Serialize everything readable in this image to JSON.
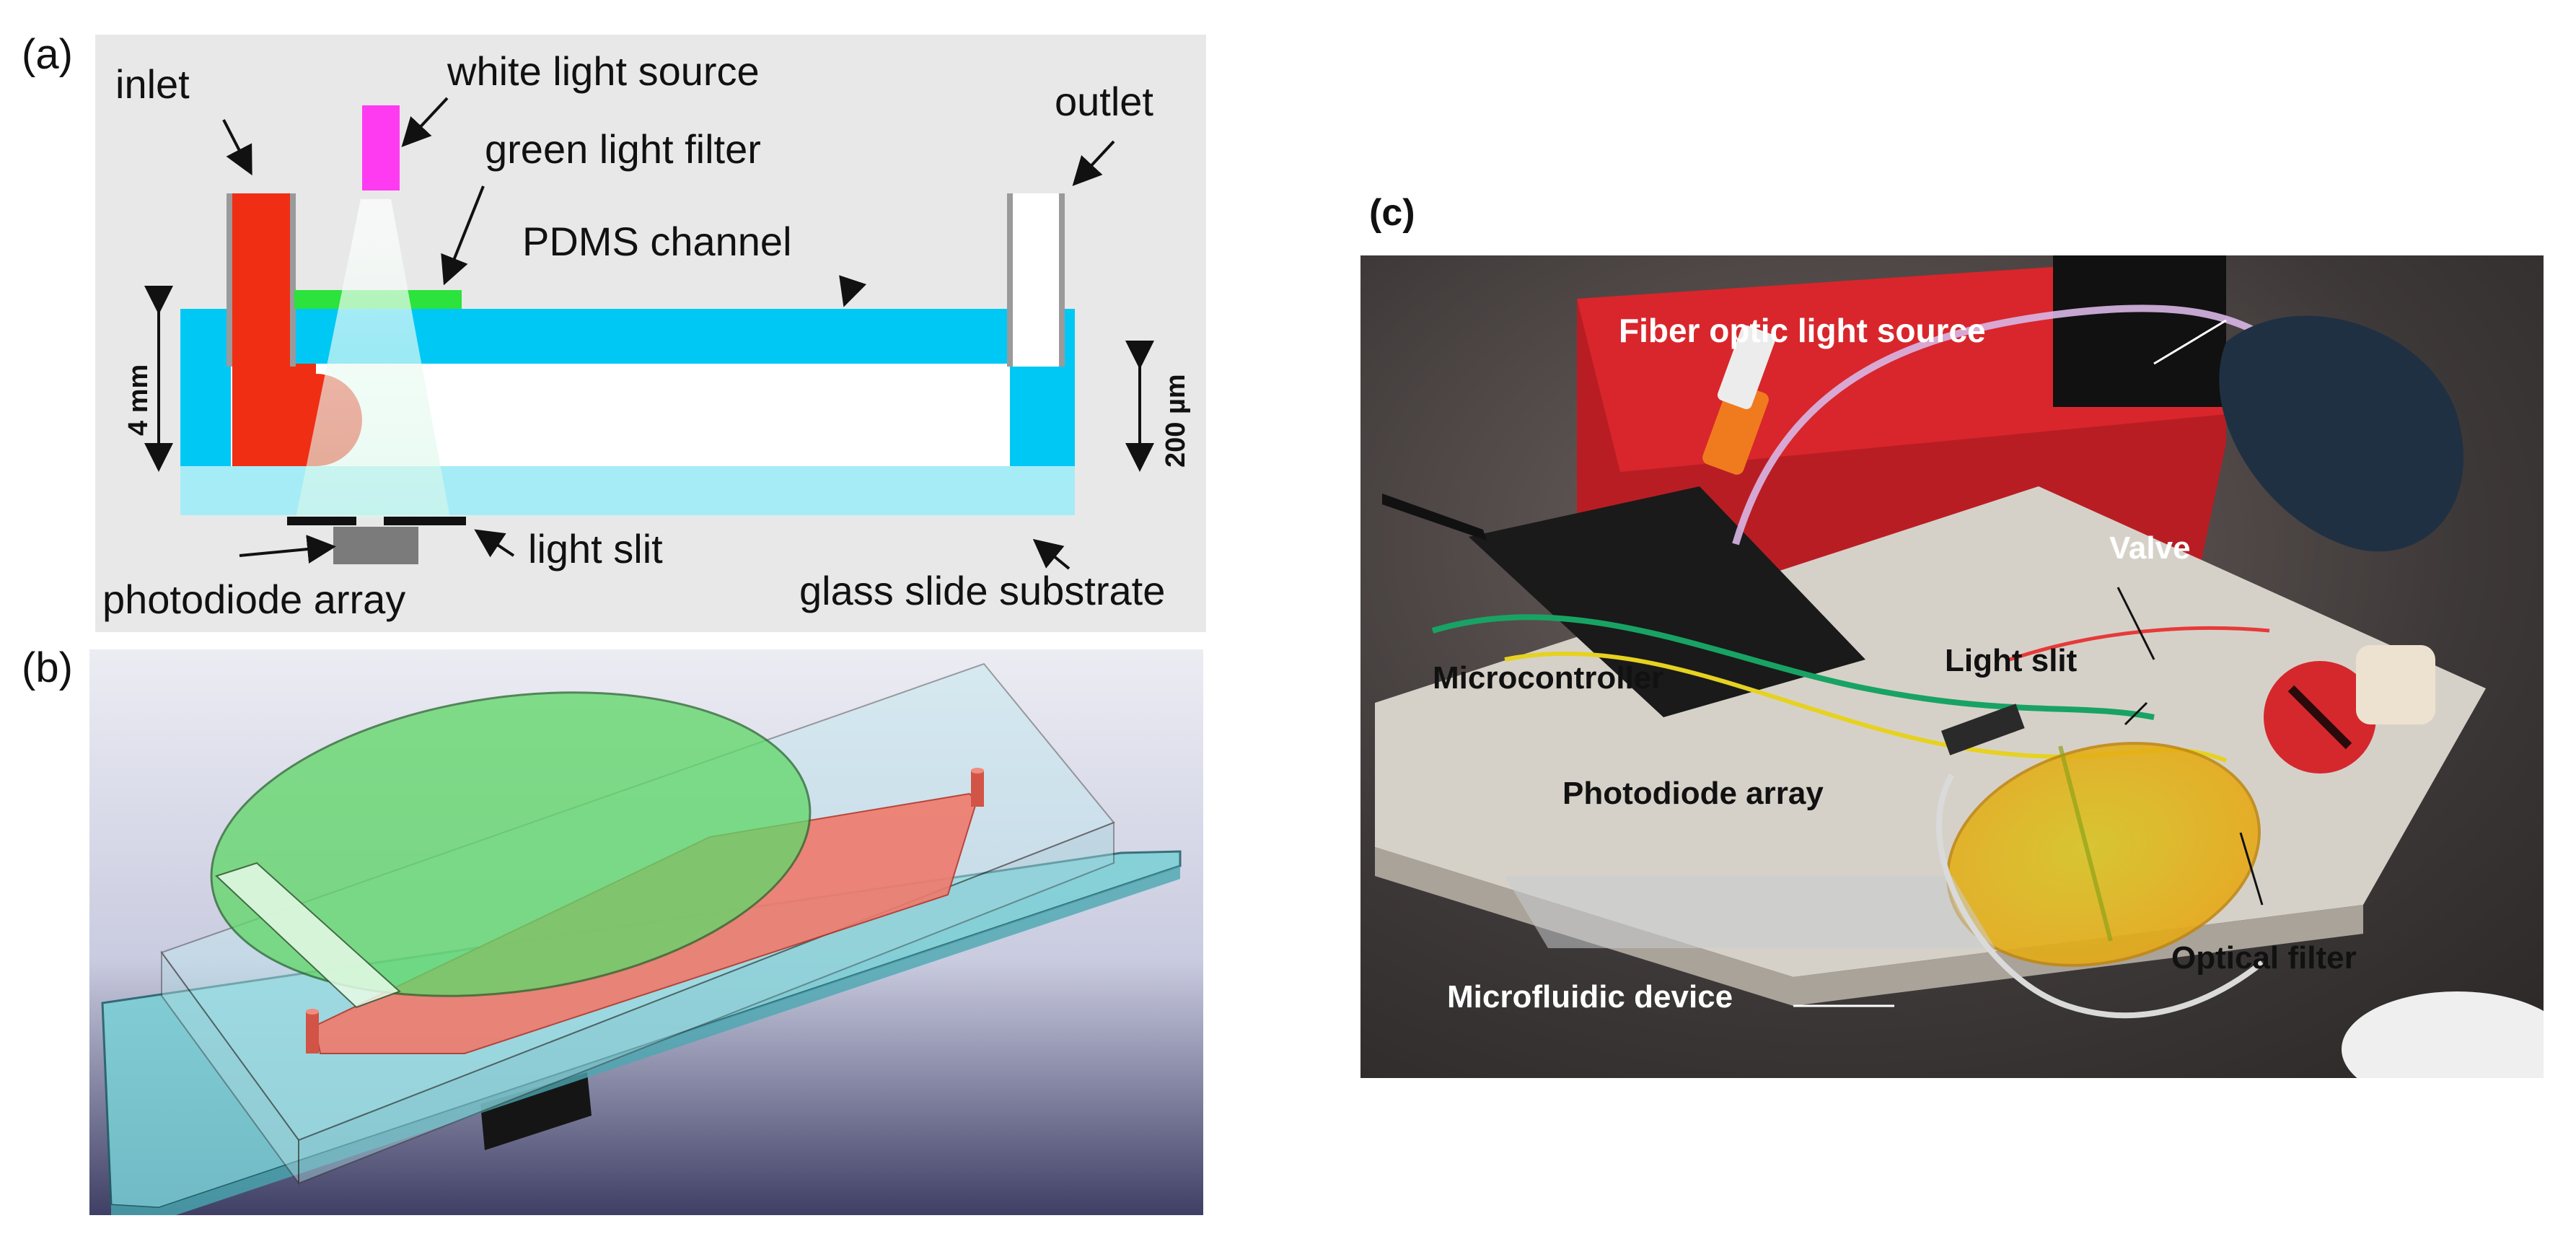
{
  "panel_a": {
    "label": "(a)",
    "inlet": "inlet",
    "white_light_source": "white light source",
    "green_light_filter": "green light filter",
    "outlet": "outlet",
    "pdms_channel": "PDMS channel",
    "height_4mm": "4 mm",
    "height_200um": "200 µm",
    "light_slit": "light slit",
    "photodiode_array": "photodiode array",
    "glass_slide_substrate": "glass slide substrate"
  },
  "panel_b": {
    "label": "(b)"
  },
  "panel_c": {
    "label": "(c)",
    "fiber_optic": "Fiber optic light source",
    "valve": "Valve",
    "microcontroller": "Microcontroller",
    "light_slit": "Light slit",
    "photodiode_array": "Photodiode array",
    "optical_filter": "Optical filter",
    "microfluidic_device": "Microfluidic device"
  },
  "colors": {
    "pdms_blue": "#00c8f5",
    "glass_light_blue": "#a6ecf7",
    "inlet_red": "#f02e14",
    "light_magenta": "#ff3bf2",
    "filter_green": "#2ce23c",
    "diagram_bg": "#e8e8e8"
  }
}
